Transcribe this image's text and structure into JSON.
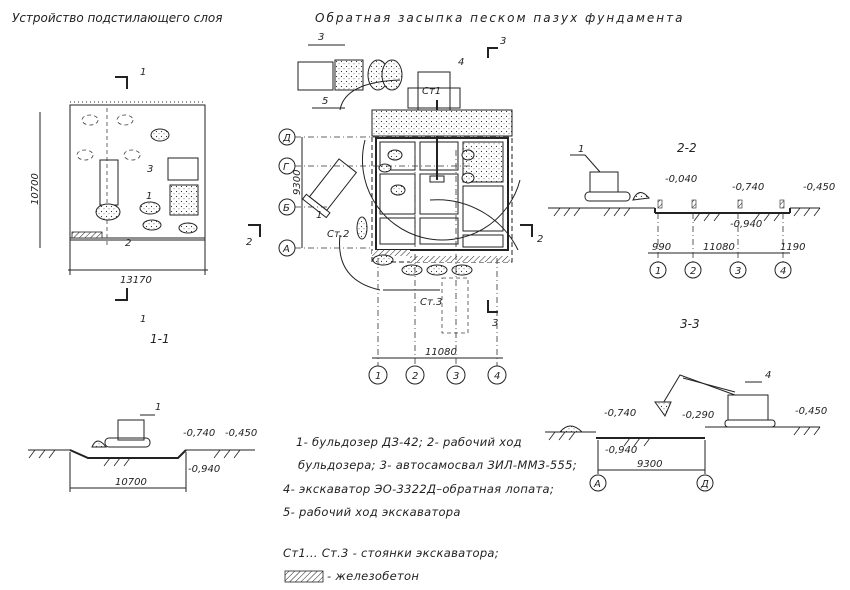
{
  "titles": {
    "left": "Устройство подстилающего слоя",
    "center": "Обратная засыпка песком пазух фундамента"
  },
  "left_plan": {
    "section_mark": "1",
    "dim_vertical": "10700",
    "dim_horizontal": "13170",
    "labels": [
      "1",
      "2",
      "3"
    ]
  },
  "center_plan": {
    "labels": [
      "3",
      "4",
      "5",
      "1"
    ],
    "section_marks": {
      "s2": "2",
      "s3": "3"
    },
    "stations": [
      "Ст1",
      "Ст.2",
      "Ст.3"
    ],
    "axes_rows": [
      "Д",
      "Г",
      "Б",
      "А"
    ],
    "axes_cols": [
      "1",
      "2",
      "3",
      "4"
    ],
    "dim_vertical": "9300",
    "dim_horizontal": "11080"
  },
  "section_2_2": {
    "title": "2-2",
    "label": "1",
    "levels": [
      "-0,040",
      "-0,740",
      "-0,450",
      "-0,940"
    ],
    "dims": [
      "990",
      "11080",
      "1190"
    ],
    "axes": [
      "1",
      "2",
      "3",
      "4"
    ]
  },
  "section_3_3": {
    "title": "3-3",
    "label": "4",
    "levels": [
      "-0,740",
      "-0,290",
      "-0,450",
      "-0,940"
    ],
    "dim": "9300",
    "axes": [
      "А",
      "Д"
    ]
  },
  "section_1_1": {
    "title": "1-1",
    "label": "1",
    "levels": [
      "-0,740",
      "-0,450",
      "-0,940"
    ],
    "dim": "10700"
  },
  "legend": {
    "lines": [
      "1- бульдозер ДЗ-42; 2- рабочий ход",
      "бульдозера; 3- автосамосвал ЗИЛ-ММЗ-555;",
      "4- экскаватор ЭО-3322Д–обратная лопата;",
      "5- рабочий ход экскаватора"
    ],
    "stations_note": "Ст1... Ст.3 - стоянки экскаватора;",
    "concrete_note": "- железобетон"
  }
}
